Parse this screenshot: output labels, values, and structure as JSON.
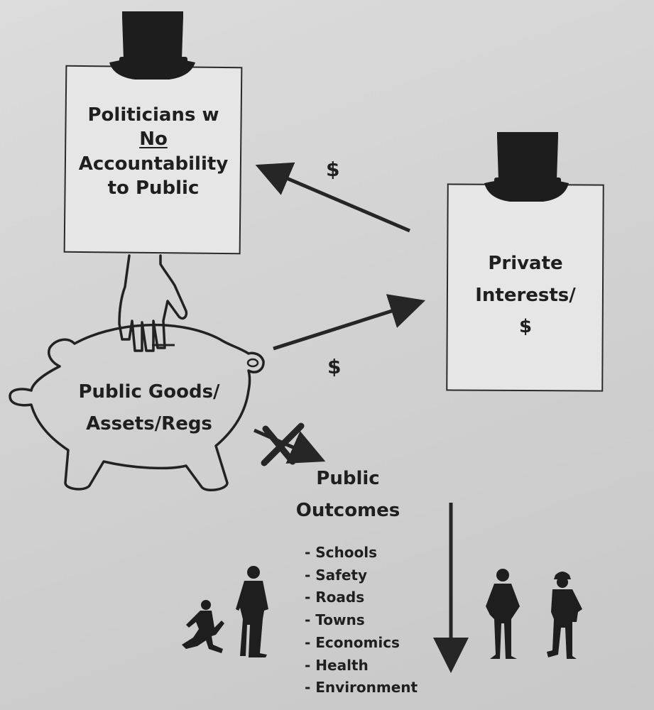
{
  "politicians_box": {
    "line1": "Politicians w",
    "line2": "No",
    "line3": "Accountability",
    "line4": "to Public"
  },
  "private_box": {
    "line1": "Private",
    "line2": "Interests/",
    "line3": "$"
  },
  "piggy_bank": {
    "line1": "Public Goods/",
    "line2": "Assets/Regs"
  },
  "money_labels": {
    "top": "$",
    "bottom": "$"
  },
  "outcomes": {
    "title_line1": "Public",
    "title_line2": "Outcomes",
    "items": [
      "- Schools",
      "- Safety",
      "- Roads",
      "- Towns",
      "- Economics",
      "- Health",
      "- Environment"
    ]
  },
  "colors": {
    "ink": "#1e1e1e",
    "paper": "#d6d6d6"
  },
  "icons": [
    "top-hat-icon",
    "reaching-hand-icon",
    "piggy-bank-icon",
    "crossed-out-arrow-icon",
    "people-silhouettes-icon"
  ]
}
